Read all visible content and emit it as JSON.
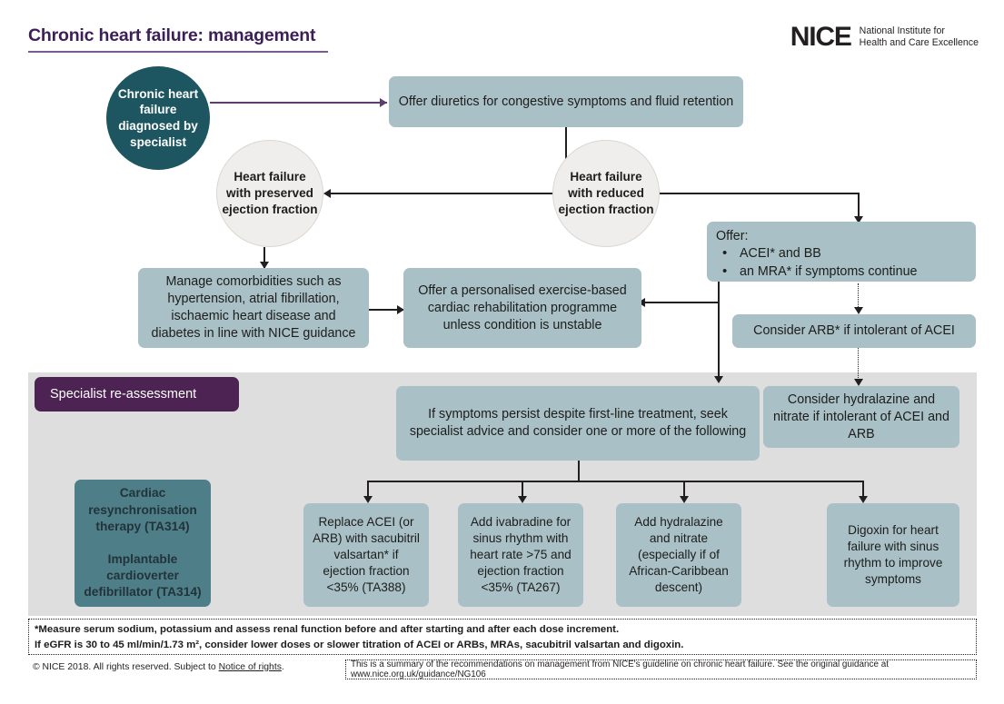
{
  "header": {
    "title": "Chronic heart failure: management",
    "logo_word": "NICE",
    "logo_line1": "National Institute for",
    "logo_line2": "Health and Care Excellence"
  },
  "colors": {
    "title_purple": "#3b1f56",
    "node_blue_grey": "#a9c0c6",
    "start_teal": "#1d5560",
    "crt_teal": "#4e7f88",
    "panel_grey": "#dedede",
    "label_purple": "#4c2352"
  },
  "nodes": {
    "start": "Chronic heart failure diagnosed by specialist",
    "diuretics": "Offer diuretics for congestive symptoms and fluid retention",
    "hfpef": "Heart failure with preserved ejection fraction",
    "hfref": "Heart failure with reduced ejection fraction",
    "comorbidities": "Manage comorbidities such as hypertension, atrial fibrillation, ischaemic heart disease and diabetes in line with NICE guidance",
    "rehab": "Offer a personalised exercise-based cardiac rehabilitation programme unless condition is unstable",
    "offer_heading": "Offer:",
    "offer_items": [
      "ACEI* and BB",
      "an MRA* if symptoms continue"
    ],
    "consider_arb": "Consider ARB* if intolerant of ACEI",
    "consider_hydralazine": "Consider hydralazine and nitrate if intolerant of ACEI and ARB",
    "symptoms_persist": "If symptoms persist despite first-line treatment, seek specialist advice and consider one or more of the following",
    "crt_line1": "Cardiac resynchronisation therapy (TA314)",
    "crt_line2": "Implantable cardioverter defibrillator (TA314)",
    "option1": "Replace ACEI (or ARB) with sacubitril valsartan* if ejection fraction <35% (TA388)",
    "option2": "Add ivabradine for sinus rhythm with heart rate >75 and ejection fraction <35% (TA267)",
    "option3": "Add hydralazine and nitrate (especially if of African-Caribbean descent)",
    "option4": "Digoxin for heart failure with sinus rhythm to improve symptoms"
  },
  "panel": {
    "specialist_label": "Specialist re-assessment"
  },
  "footer": {
    "footnote_line1": "*Measure serum sodium, potassium and assess renal function before and after starting and after each dose increment.",
    "footnote_line2": "If eGFR is 30 to 45 ml/min/1.73 m², consider lower doses or slower titration of ACEI or ARBs, MRAs, sacubitril valsartan and digoxin.",
    "copyright_pre": "© NICE 2018. All rights reserved. Subject to ",
    "copyright_link": "Notice of rights",
    "copyright_post": ".",
    "guide_note": "This is a summary of the recommendations on management from NICE's guideline on chronic heart failure. See the original guidance at www.nice.org.uk/guidance/NG106"
  }
}
